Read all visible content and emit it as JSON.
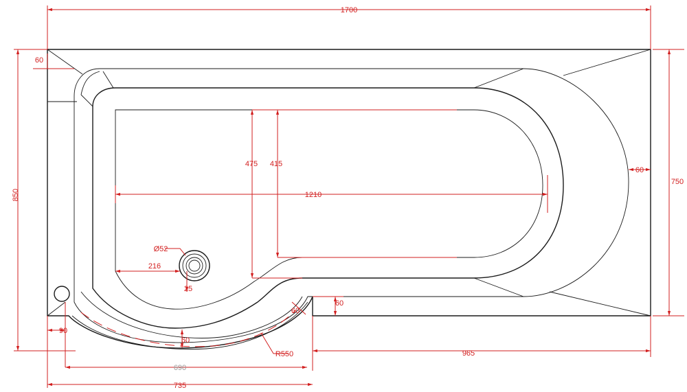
{
  "colors": {
    "outline": "#1a1a1a",
    "dimension": "#d21f1f",
    "background": "#ffffff"
  },
  "dimensions": {
    "overall_length": "1700",
    "overall_width": "850",
    "straight_end_width": "750",
    "inner_length": "1210",
    "inner_width_475": "475",
    "inner_width_415": "415",
    "rim_left_top": "60",
    "rim_right": "60",
    "rim_step": "60",
    "rim_curve": "60",
    "rim_bottom": "60",
    "offset_90": "90",
    "curve_chord": "690",
    "curve_overall": "735",
    "straight_run": "965",
    "waste_dia": "Ø52",
    "waste_offset": "216",
    "waste_gap": "25",
    "curve_radius": "R550"
  }
}
